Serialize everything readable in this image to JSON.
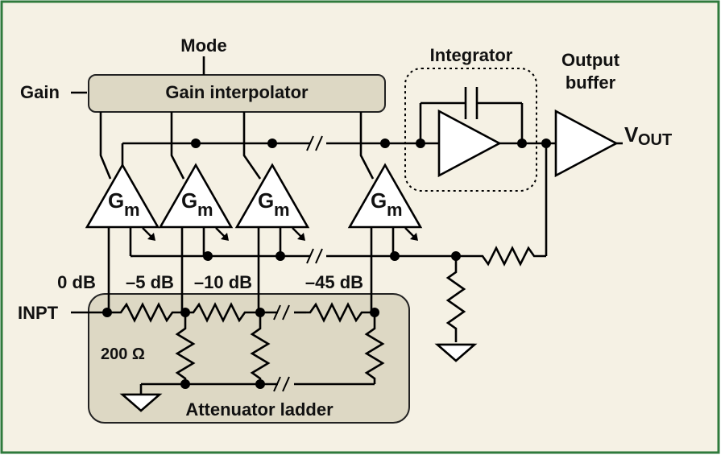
{
  "colors": {
    "page_bg": "#f5f1e4",
    "border": "#2f7a3c",
    "block_fill": "#ddd8c4",
    "block_stroke": "#222222",
    "triangle_fill": "#ffffff",
    "wire": "#000000"
  },
  "labels": {
    "mode": "Mode",
    "gain": "Gain",
    "gain_interpolator": "Gain interpolator",
    "integrator": "Integrator",
    "output_buffer_1": "Output",
    "output_buffer_2": "buffer",
    "vout_main": "V",
    "vout_sub": "OUT",
    "inpt": "INPT",
    "resistor_value": "200 Ω",
    "attenuator_ladder": "Attenuator ladder"
  },
  "taps": [
    "0 dB",
    "–5 dB",
    "–10 dB",
    "–45 dB"
  ],
  "gm_blocks": [
    {
      "main": "G",
      "sub": "m"
    },
    {
      "main": "G",
      "sub": "m"
    },
    {
      "main": "G",
      "sub": "m"
    },
    {
      "main": "G",
      "sub": "m"
    }
  ],
  "icons": {
    "ground": "ground-icon",
    "resistor": "resistor-icon",
    "capacitor": "capacitor-icon",
    "break": "wire-break-icon"
  }
}
